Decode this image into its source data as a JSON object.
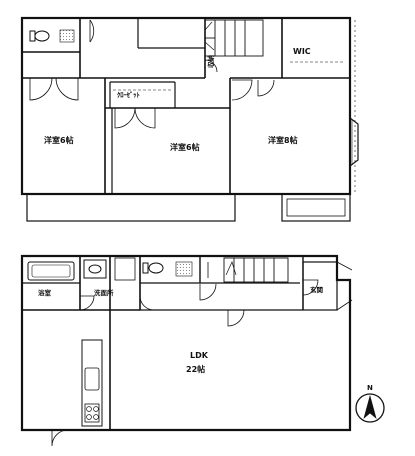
{
  "upper_floor": {
    "rooms": [
      {
        "id": "western-room-1",
        "label": "洋室6帖"
      },
      {
        "id": "western-room-2",
        "label": "洋室6帖"
      },
      {
        "id": "western-room-3",
        "label": "洋室8帖"
      },
      {
        "id": "walk-in-closet",
        "label": "WIC"
      },
      {
        "id": "closet-label",
        "label": "ｸﾛｰｾﾞｯﾄ"
      },
      {
        "id": "storage-label",
        "label": "収納"
      }
    ]
  },
  "lower_floor": {
    "rooms": [
      {
        "id": "bathroom",
        "label": "浴室"
      },
      {
        "id": "washroom",
        "label": "洗面所"
      },
      {
        "id": "entrance",
        "label": "玄関"
      },
      {
        "id": "ldk-name",
        "label": "LDK"
      },
      {
        "id": "ldk-size",
        "label": "22帖"
      }
    ]
  },
  "compass": {
    "label": "N"
  }
}
